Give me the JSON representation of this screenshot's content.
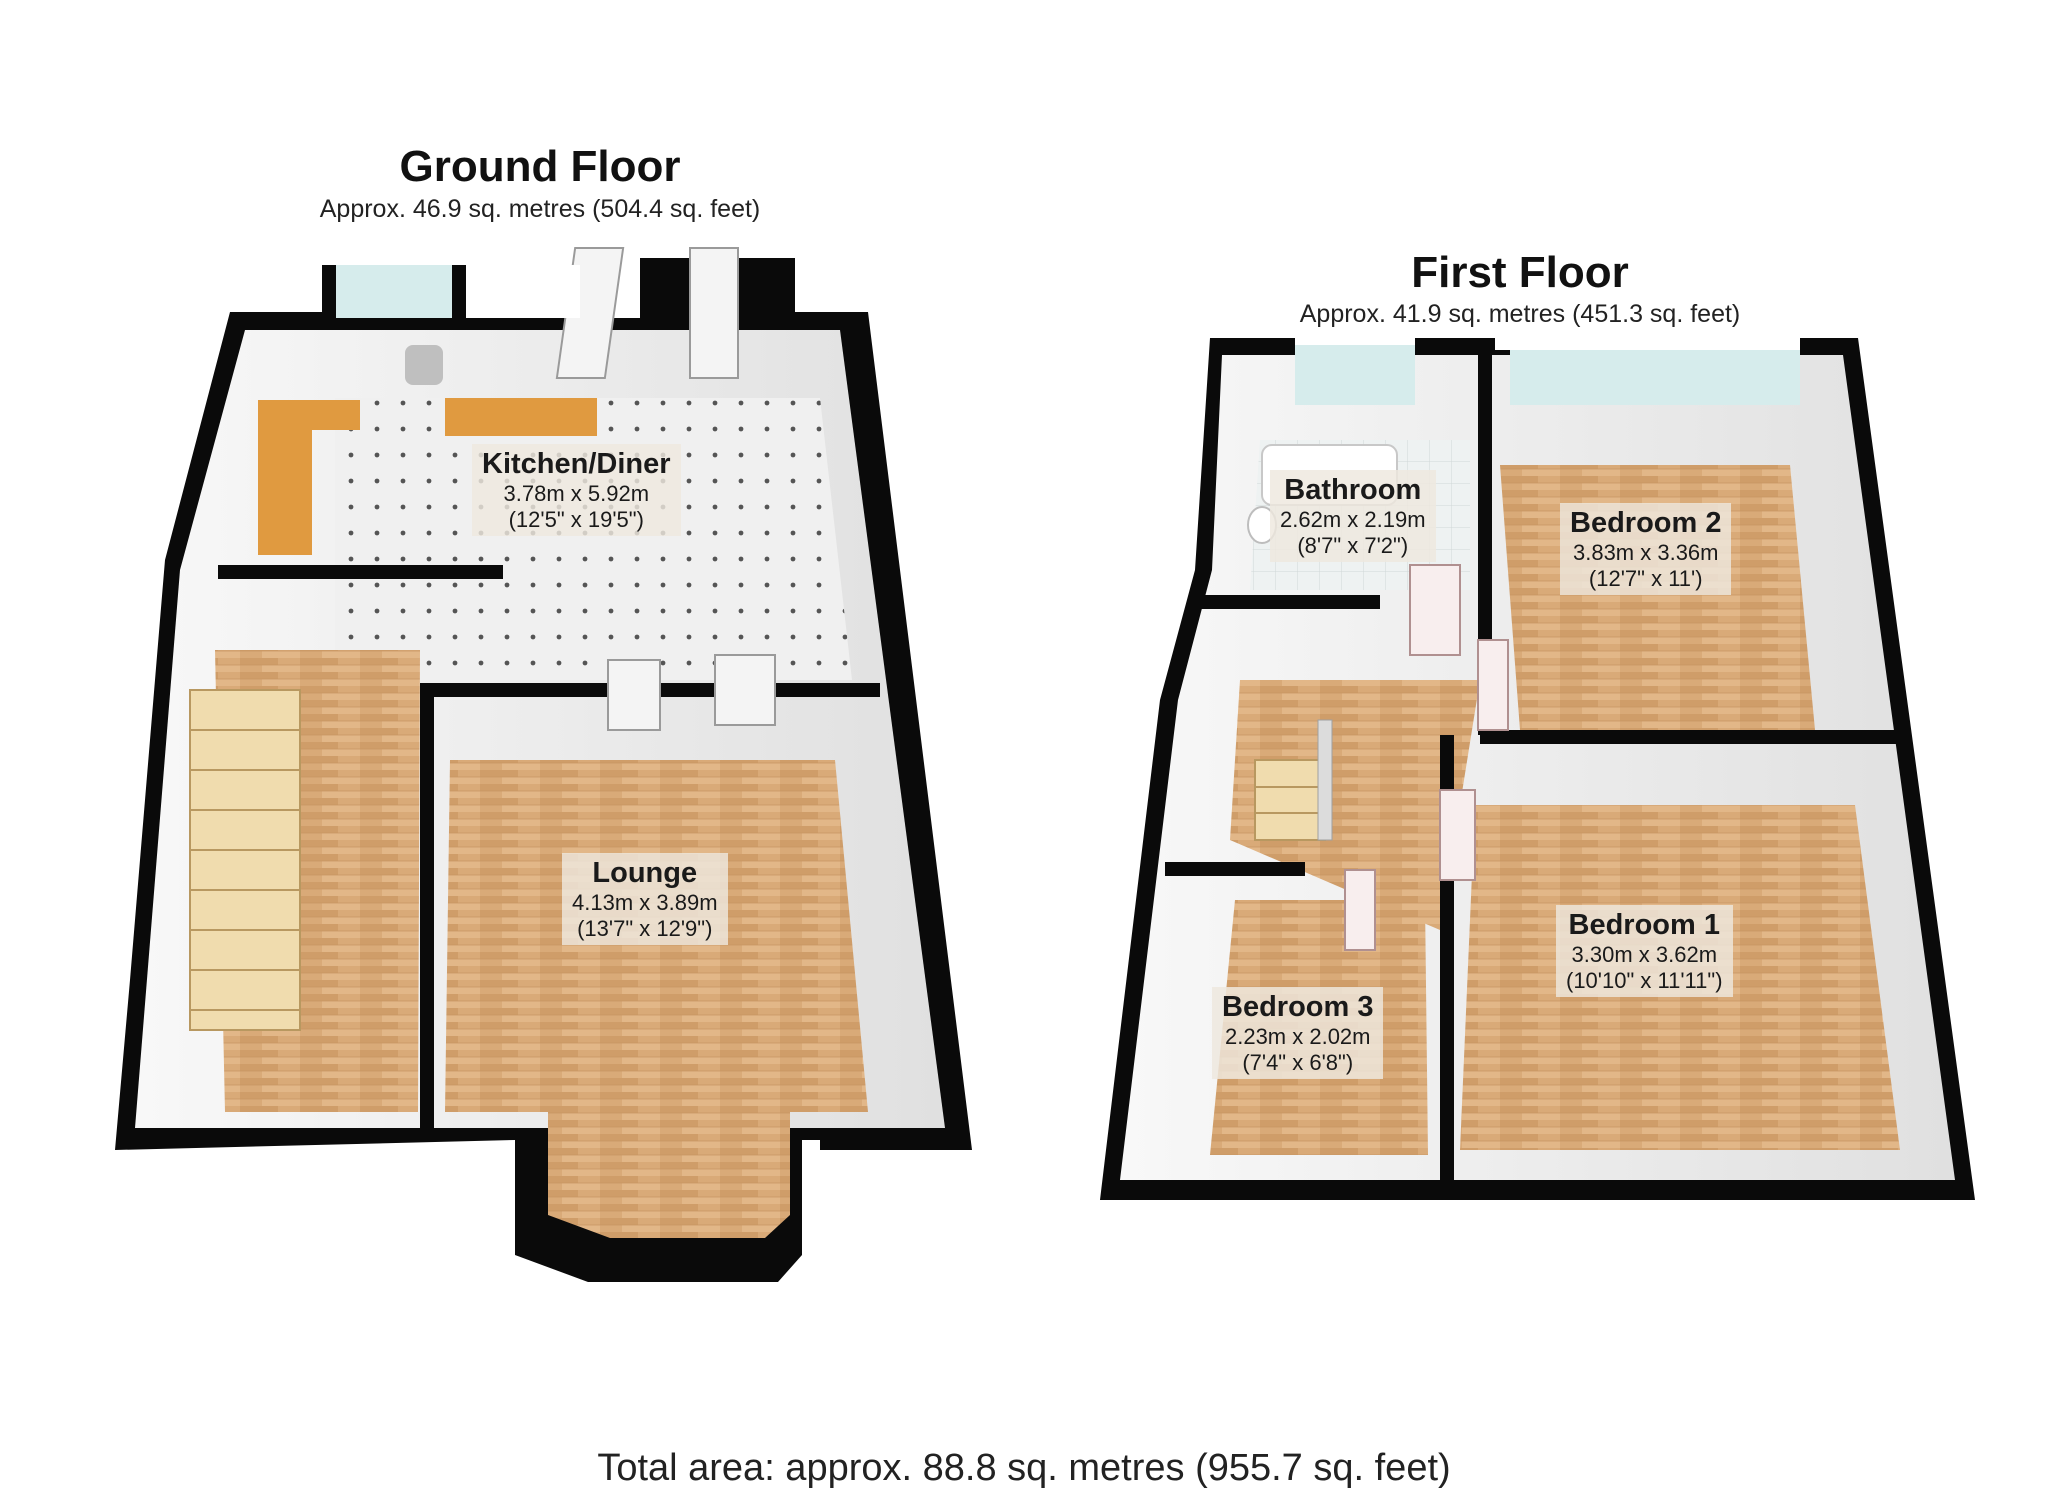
{
  "ground_floor": {
    "title": "Ground Floor",
    "area": "Approx. 46.9 sq. metres (504.4 sq. feet)",
    "rooms": [
      {
        "name": "Kitchen/Diner",
        "metric": "3.78m x 5.92m",
        "imperial": "(12'5\" x 19'5\")"
      },
      {
        "name": "Lounge",
        "metric": "4.13m x 3.89m",
        "imperial": "(13'7\" x 12'9\")"
      }
    ]
  },
  "first_floor": {
    "title": "First Floor",
    "area": "Approx. 41.9 sq. metres (451.3 sq. feet)",
    "rooms": [
      {
        "name": "Bathroom",
        "metric": "2.62m x 2.19m",
        "imperial": "(8'7\" x 7'2\")"
      },
      {
        "name": "Bedroom 2",
        "metric": "3.83m x 3.36m",
        "imperial": "(12'7\" x 11')"
      },
      {
        "name": "Bedroom 1",
        "metric": "3.30m x 3.62m",
        "imperial": "(10'10\" x 11'11\")"
      },
      {
        "name": "Bedroom 3",
        "metric": "2.23m x 2.02m",
        "imperial": "(7'4\" x 6'8\")"
      }
    ]
  },
  "total_area": "Total area: approx. 88.8 sq. metres (955.7 sq. feet)",
  "colors": {
    "wall": "#0a0a0a",
    "wood_floor": "#d9aa78",
    "tile_floor": "#ececec",
    "worktop": "#e09a40",
    "window_glass": "#d6ecec"
  }
}
